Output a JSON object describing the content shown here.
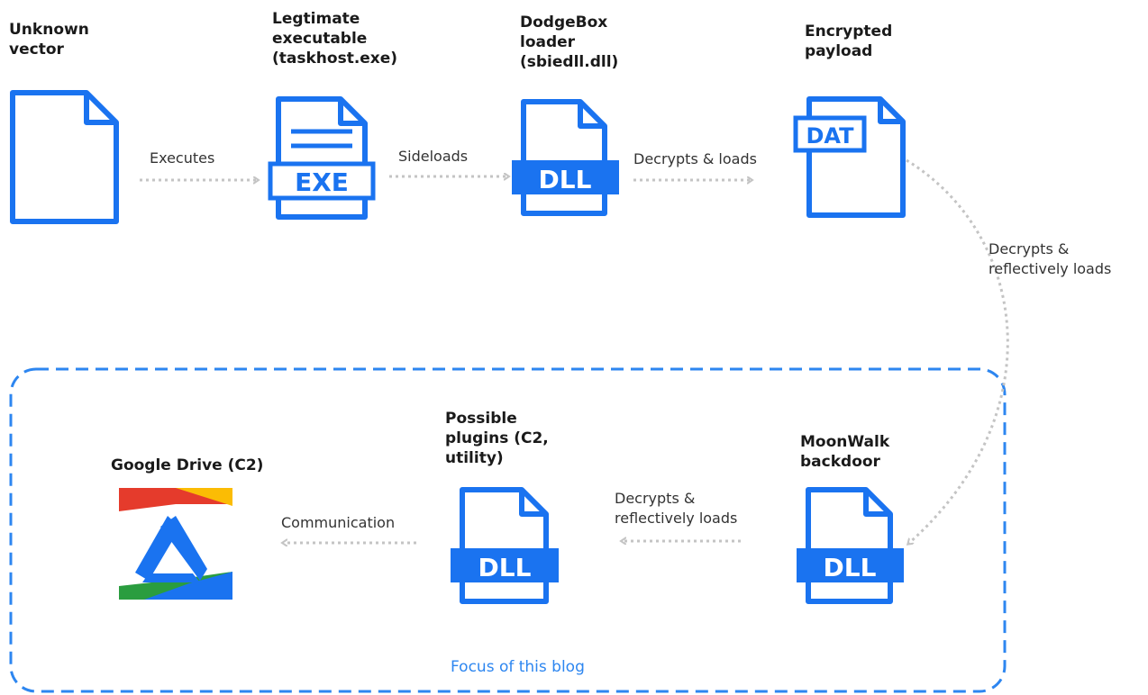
{
  "colors": {
    "icon_blue": "#1a73f0",
    "arrow_gray": "#c4c4c4",
    "focus_blue": "#2d86f0"
  },
  "nodes": {
    "unknown_vector": {
      "title": "Unknown\nvector",
      "icon": "document-icon"
    },
    "legit_exe": {
      "title": "Legtimate\nexecutable\n(taskhost.exe)",
      "icon": "exe-file-icon",
      "badge": "EXE"
    },
    "dodgebox": {
      "title": "DodgeBox\nloader\n(sbiedll.dll)",
      "icon": "dll-file-icon",
      "badge": "DLL"
    },
    "encrypted_payload": {
      "title": "Encrypted\npayload",
      "icon": "dat-file-icon",
      "badge": "DAT"
    },
    "moonwalk": {
      "title": "MoonWalk\nbackdoor",
      "icon": "dll-file-icon",
      "badge": "DLL"
    },
    "plugins": {
      "title": "Possible\nplugins (C2,\nutility)",
      "icon": "dll-file-icon",
      "badge": "DLL"
    },
    "gdrive": {
      "title": "Google Drive (C2)",
      "icon": "google-drive-icon"
    }
  },
  "edges": {
    "executes": "Executes",
    "sideloads": "Sideloads",
    "decrypts_loads": "Decrypts & loads",
    "decrypts_reflect_1": "Decrypts &\nreflectively loads",
    "decrypts_reflect_2": "Decrypts &\nreflectively loads",
    "communication": "Communication"
  },
  "focus_label": "Focus of this blog"
}
